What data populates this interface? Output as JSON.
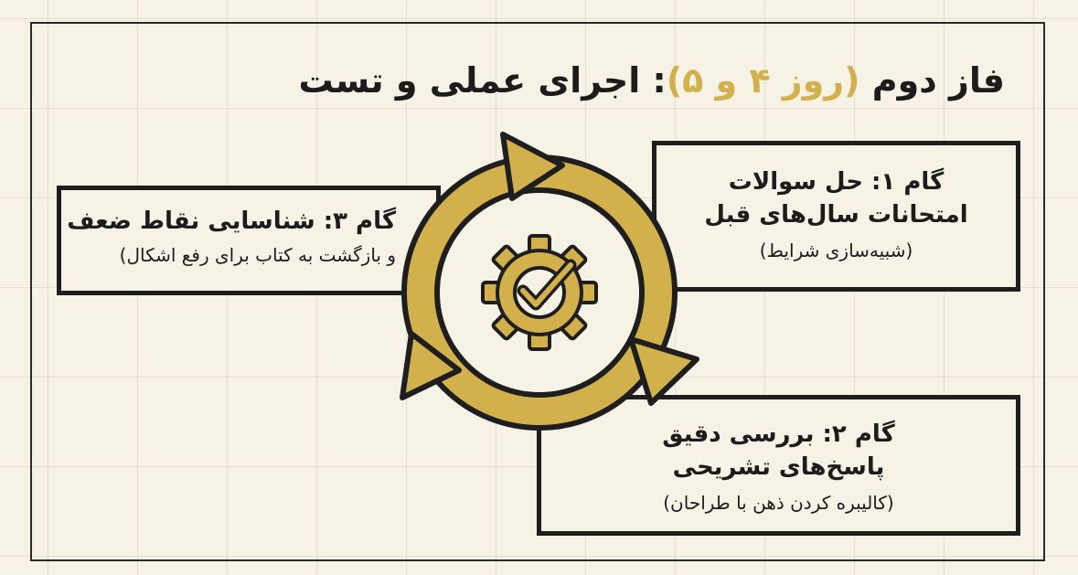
{
  "title": {
    "before": "فاز دوم ",
    "accent": "(روز ۴ و ۵)",
    "after": ": اجرای عملی و تست"
  },
  "steps": [
    {
      "heading_line1": "گام ۱: حل سوالات",
      "heading_line2": "امتحانات سال‌های قبل",
      "note": "(شبیه‌سازی شرایط)"
    },
    {
      "heading_line1": "گام ۲: بررسی دقیق",
      "heading_line2": "پاسخ‌های تشریحی",
      "note": "(کالیبره کردن ذهن با طراحان)"
    },
    {
      "heading_line1": "گام ۳: شناسایی نقاط ضعف",
      "note": "و بازگشت به کتاب برای رفع اشکال)"
    }
  ],
  "icons": {
    "center": "gear-checkmark-icon",
    "cycle": "circular-arrows-icon"
  },
  "colors": {
    "background": "#f6f2e6",
    "accent": "#d2b14d",
    "ink": "#1e1e1e"
  }
}
